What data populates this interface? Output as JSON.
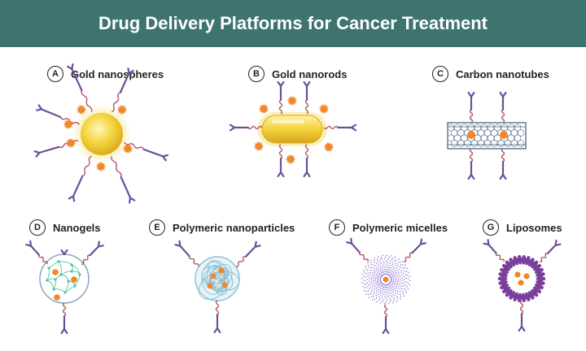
{
  "title": "Drug Delivery Platforms for Cancer Treatment",
  "colors": {
    "header_bg": "#3d7470",
    "ligand": "#6b4f9a",
    "linker": "#b5576b",
    "drug": "#f0882a",
    "gold": "#f3d23a",
    "nanogel_network": "#4fc3a1",
    "polymer": "#8fc3d6",
    "micelle": "#8a6fd0",
    "liposome": "#7a3f9a"
  },
  "platforms": [
    {
      "letter": "A",
      "name": "Gold nanospheres"
    },
    {
      "letter": "B",
      "name": "Gold nanorods"
    },
    {
      "letter": "C",
      "name": "Carbon nanotubes"
    },
    {
      "letter": "D",
      "name": "Nanogels"
    },
    {
      "letter": "E",
      "name": "Polymeric nanoparticles"
    },
    {
      "letter": "F",
      "name": "Polymeric micelles"
    },
    {
      "letter": "G",
      "name": "Liposomes"
    }
  ]
}
